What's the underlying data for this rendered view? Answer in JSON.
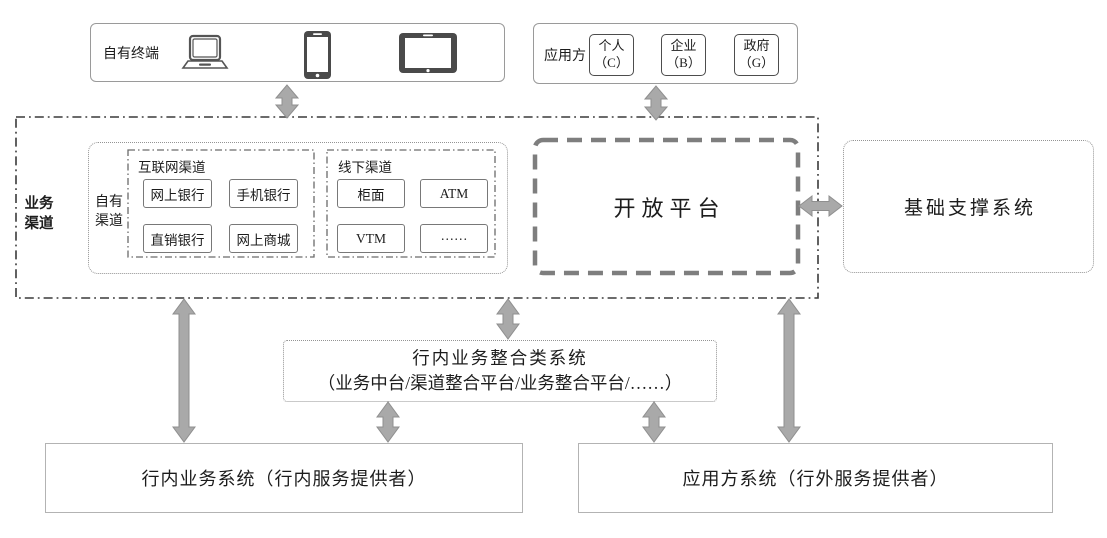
{
  "own_terminal": {
    "label": "自有终端"
  },
  "applicant": {
    "label": "应用方",
    "items": [
      {
        "line1": "个人",
        "line2": "（C）"
      },
      {
        "line1": "企业",
        "line2": "（B）"
      },
      {
        "line1": "政府",
        "line2": "（G）"
      }
    ]
  },
  "business_channel": {
    "label_line1": "业务",
    "label_line2": "渠道",
    "own_channel": {
      "label_line1": "自有",
      "label_line2": "渠道",
      "internet": {
        "title": "互联网渠道",
        "items": [
          "网上银行",
          "手机银行",
          "直销银行",
          "网上商城"
        ]
      },
      "offline": {
        "title": "线下渠道",
        "items": [
          "柜面",
          "ATM",
          "VTM",
          "……"
        ]
      }
    }
  },
  "open_platform": {
    "label": "开放平台"
  },
  "base_support": {
    "label": "基础支撑系统"
  },
  "integration": {
    "line1": "行内业务整合类系统",
    "line2": "（业务中台/渠道整合平台/业务整合平台/……）"
  },
  "bottom_left": {
    "label": "行内业务系统（行内服务提供者）"
  },
  "bottom_right": {
    "label": "应用方系统（行外服务提供者）"
  },
  "colors": {
    "arrow": "#a9a9a9",
    "dashdot": "#3a3a3a",
    "open_dash": "#7e7e7e"
  }
}
